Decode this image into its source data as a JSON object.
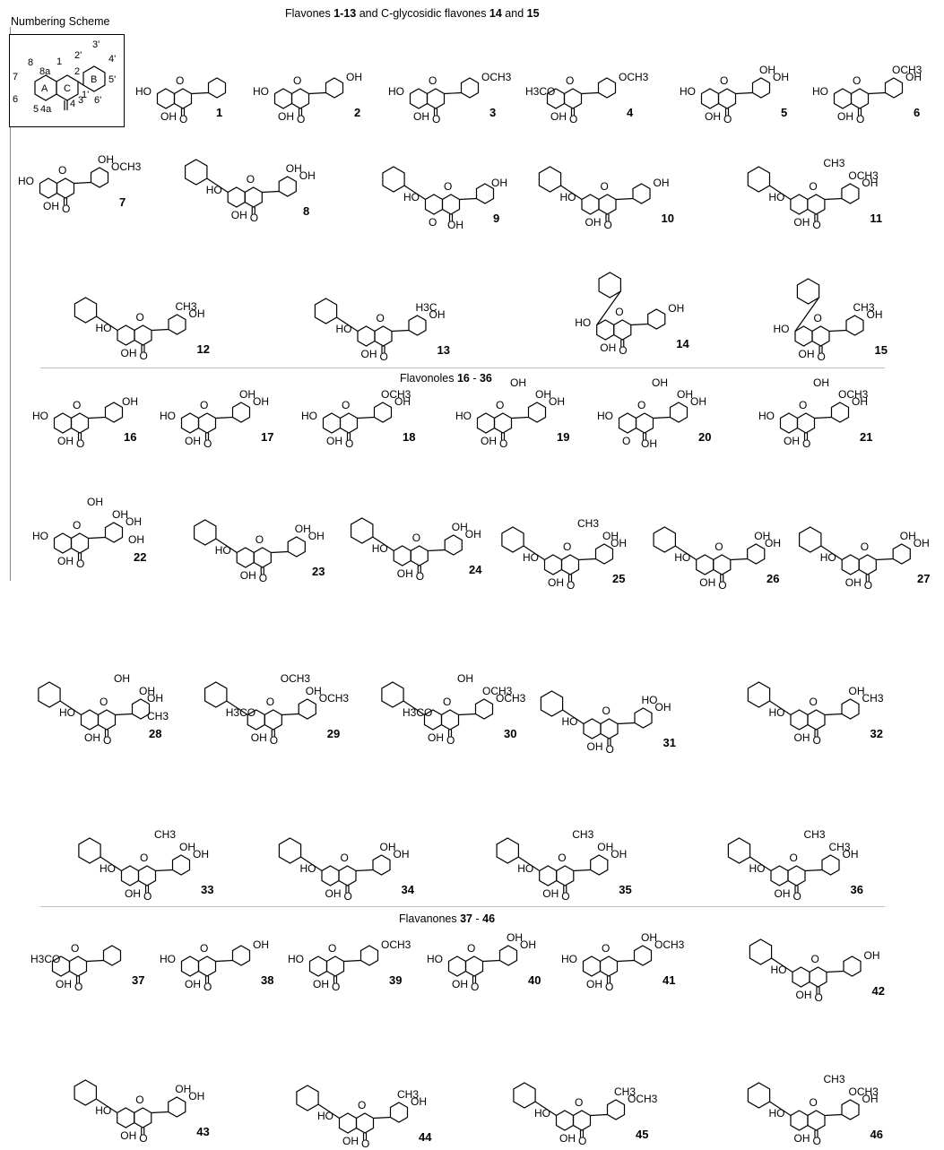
{
  "scheme": {
    "title": "Numbering Scheme",
    "ring_labels": [
      "A",
      "C",
      "B"
    ],
    "atom_labels": [
      "1",
      "2",
      "3",
      "4",
      "4a",
      "5",
      "6",
      "7",
      "8",
      "8a",
      "1'",
      "2'",
      "3'",
      "4'",
      "5'",
      "6'"
    ]
  },
  "sections": [
    {
      "pre": "Flavones ",
      "b1": "1-13",
      "mid": " and C-glycosidic flavones ",
      "b2": "14",
      "and": " and ",
      "b3": "15"
    },
    {
      "pre": "Flavonoles ",
      "b1": "16",
      "mid": " - ",
      "b2": "36"
    },
    {
      "pre": "Flavanones ",
      "b1": "37",
      "mid": " - ",
      "b2": "46"
    }
  ],
  "compounds": [
    {
      "id": "1",
      "kind": "flavone",
      "groups": [
        "HO",
        "OH",
        "O",
        "O"
      ]
    },
    {
      "id": "2",
      "kind": "flavone",
      "groups": [
        "HO",
        "OH",
        "O",
        "O",
        "OH"
      ]
    },
    {
      "id": "3",
      "kind": "flavone",
      "groups": [
        "HO",
        "OH",
        "O",
        "O",
        "OCH3"
      ]
    },
    {
      "id": "4",
      "kind": "flavone",
      "groups": [
        "H3CO",
        "OH",
        "O",
        "O",
        "OCH3"
      ]
    },
    {
      "id": "5",
      "kind": "flavone",
      "groups": [
        "HO",
        "OH",
        "O",
        "O",
        "OH",
        "OH"
      ]
    },
    {
      "id": "6",
      "kind": "flavone",
      "groups": [
        "HO",
        "OH",
        "O",
        "O",
        "OH",
        "OCH3"
      ]
    },
    {
      "id": "7",
      "kind": "flavone",
      "groups": [
        "HO",
        "OH",
        "O",
        "O",
        "OCH3",
        "OH"
      ]
    },
    {
      "id": "8",
      "kind": "flavone-glycoside",
      "groups": [
        "HO",
        "OH",
        "O",
        "O",
        "OH",
        "OH"
      ]
    },
    {
      "id": "9",
      "kind": "flavone-glycoside",
      "groups": [
        "HO",
        "O",
        "O",
        "OH",
        "OH"
      ]
    },
    {
      "id": "10",
      "kind": "flavone-glycoside",
      "groups": [
        "HO",
        "OH",
        "O",
        "O",
        "OH"
      ]
    },
    {
      "id": "11",
      "kind": "flavone-glycoside",
      "groups": [
        "HO",
        "OH",
        "O",
        "O",
        "OH",
        "OCH3",
        "CH3"
      ]
    },
    {
      "id": "12",
      "kind": "flavone-glycoside",
      "groups": [
        "HO",
        "OH",
        "O",
        "O",
        "OH",
        "CH3"
      ]
    },
    {
      "id": "13",
      "kind": "flavone-glycoside",
      "groups": [
        "HO",
        "OH",
        "O",
        "O",
        "OH",
        "H3C"
      ]
    },
    {
      "id": "14",
      "kind": "c-glycoside",
      "groups": [
        "HO",
        "OH",
        "O",
        "O",
        "OH"
      ]
    },
    {
      "id": "15",
      "kind": "c-glycoside",
      "groups": [
        "HO",
        "OH",
        "O",
        "O",
        "OH",
        "CH3"
      ]
    },
    {
      "id": "16",
      "kind": "flavonol",
      "groups": [
        "HO",
        "OH",
        "O",
        "O",
        "OH"
      ]
    },
    {
      "id": "17",
      "kind": "flavonol",
      "groups": [
        "HO",
        "OH",
        "O",
        "O",
        "OH",
        "OH"
      ]
    },
    {
      "id": "18",
      "kind": "flavonol",
      "groups": [
        "HO",
        "OH",
        "O",
        "O",
        "OH",
        "OCH3"
      ]
    },
    {
      "id": "19",
      "kind": "flavonol",
      "groups": [
        "HO",
        "OH",
        "O",
        "O",
        "OH",
        "OH",
        "OH"
      ]
    },
    {
      "id": "20",
      "kind": "flavonol",
      "groups": [
        "HO",
        "O",
        "O",
        "OH",
        "OH",
        "OH",
        "OH"
      ]
    },
    {
      "id": "21",
      "kind": "flavonol",
      "groups": [
        "HO",
        "OH",
        "O",
        "O",
        "OH",
        "OCH3",
        "OH"
      ]
    },
    {
      "id": "22",
      "kind": "flavonol",
      "groups": [
        "HO",
        "OH",
        "O",
        "O",
        "OH",
        "OH",
        "OH",
        "OH"
      ]
    },
    {
      "id": "23",
      "kind": "flavonol-glycoside",
      "groups": [
        "HO",
        "OH",
        "O",
        "O",
        "OH",
        "OH"
      ]
    },
    {
      "id": "24",
      "kind": "flavonol-glycoside",
      "groups": [
        "HO",
        "OH",
        "O",
        "O",
        "OH",
        "OH"
      ]
    },
    {
      "id": "25",
      "kind": "flavonol-glycoside",
      "groups": [
        "HO",
        "OH",
        "O",
        "O",
        "OH",
        "OH",
        "CH3"
      ]
    },
    {
      "id": "26",
      "kind": "flavonol-glycoside",
      "groups": [
        "HO",
        "OH",
        "O",
        "O",
        "OH",
        "OH"
      ]
    },
    {
      "id": "27",
      "kind": "flavonol-glycoside",
      "groups": [
        "HO",
        "OH",
        "O",
        "O",
        "OH",
        "OH"
      ]
    },
    {
      "id": "28",
      "kind": "flavonol-glycoside",
      "groups": [
        "HO",
        "OH",
        "O",
        "O",
        "OH",
        "OH",
        "OH",
        "CH3"
      ]
    },
    {
      "id": "29",
      "kind": "flavonol-glycoside",
      "groups": [
        "H3CO",
        "OH",
        "O",
        "O",
        "OCH3",
        "OH",
        "OCH3"
      ]
    },
    {
      "id": "30",
      "kind": "flavonol-glycoside",
      "groups": [
        "H3CO",
        "OH",
        "O",
        "O",
        "OCH3",
        "OCH3",
        "OH"
      ]
    },
    {
      "id": "31",
      "kind": "flavonol-glycoside",
      "groups": [
        "HO",
        "OH",
        "O",
        "O",
        "OH",
        "HO"
      ]
    },
    {
      "id": "32",
      "kind": "flavonol-glycoside",
      "groups": [
        "HO",
        "OH",
        "O",
        "O",
        "CH3",
        "OH"
      ]
    },
    {
      "id": "33",
      "kind": "flavonol-glycoside",
      "groups": [
        "HO",
        "OH",
        "O",
        "O",
        "OH",
        "OH",
        "CH3"
      ]
    },
    {
      "id": "34",
      "kind": "flavonol-glycoside",
      "groups": [
        "HO",
        "OH",
        "O",
        "O",
        "OH",
        "OH"
      ]
    },
    {
      "id": "35",
      "kind": "flavonol-glycoside",
      "groups": [
        "HO",
        "OH",
        "O",
        "O",
        "OH",
        "OH",
        "CH3"
      ]
    },
    {
      "id": "36",
      "kind": "flavonol-glycoside",
      "groups": [
        "HO",
        "OH",
        "O",
        "O",
        "OH",
        "CH3",
        "CH3"
      ]
    },
    {
      "id": "37",
      "kind": "flavanone",
      "groups": [
        "H3CO",
        "OH",
        "O",
        "O"
      ]
    },
    {
      "id": "38",
      "kind": "flavanone",
      "groups": [
        "HO",
        "OH",
        "O",
        "O",
        "OH"
      ]
    },
    {
      "id": "39",
      "kind": "flavanone",
      "groups": [
        "HO",
        "OH",
        "O",
        "O",
        "OCH3"
      ]
    },
    {
      "id": "40",
      "kind": "flavanone",
      "groups": [
        "HO",
        "OH",
        "O",
        "O",
        "OH",
        "OH"
      ]
    },
    {
      "id": "41",
      "kind": "flavanone",
      "groups": [
        "HO",
        "OH",
        "O",
        "O",
        "OCH3",
        "OH"
      ]
    },
    {
      "id": "42",
      "kind": "flavanone-glycoside",
      "groups": [
        "HO",
        "OH",
        "O",
        "O",
        "OH"
      ]
    },
    {
      "id": "43",
      "kind": "flavanone-glycoside",
      "groups": [
        "HO",
        "OH",
        "O",
        "O",
        "OH",
        "OH"
      ]
    },
    {
      "id": "44",
      "kind": "flavanone-glycoside",
      "groups": [
        "HO",
        "OH",
        "O",
        "O",
        "OH",
        "CH3"
      ]
    },
    {
      "id": "45",
      "kind": "flavanone-glycoside",
      "groups": [
        "HO",
        "OH",
        "O",
        "O",
        "OCH3",
        "CH3"
      ]
    },
    {
      "id": "46",
      "kind": "flavanone-glycoside",
      "groups": [
        "HO",
        "OH",
        "O",
        "O",
        "OH",
        "OCH3",
        "CH3"
      ]
    }
  ]
}
